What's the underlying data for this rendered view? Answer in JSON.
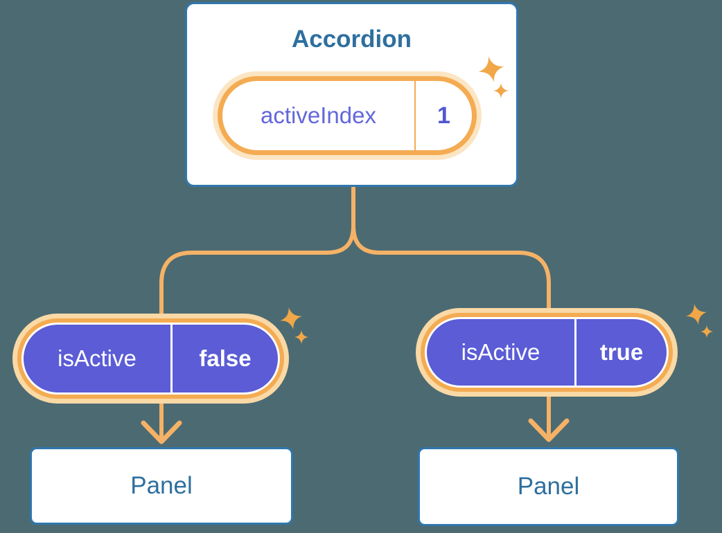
{
  "diagram": {
    "root_box": {
      "title": "Accordion",
      "state_name": "activeIndex",
      "state_value": "1"
    },
    "left_child": {
      "prop_name": "isActive",
      "prop_value": "false",
      "panel_label": "Panel"
    },
    "right_child": {
      "prop_name": "isActive",
      "prop_value": "true",
      "panel_label": "Panel"
    },
    "icons": {
      "sparkle_large": "sparkle-icon",
      "sparkle_small": "sparkle-icon"
    },
    "colors": {
      "background": "#4C6A72",
      "box_fill": "#FFFFFF",
      "box_border": "#3077AE",
      "box_text": "#2E6F9E",
      "pill_purple_fill": "#5B5CD6",
      "pill_orange_ring": "#F4AB52",
      "pill_glow_ring_on_dark": "#F9D9A6",
      "pill_glow_ring_on_white": "#FBE5C3",
      "pill_white_text": "#FFFFFF",
      "state_name_text": "#6367DB",
      "state_value_text": "#5156CF",
      "connector_line": "#F5B266",
      "sparkle": "#F1A747"
    }
  }
}
